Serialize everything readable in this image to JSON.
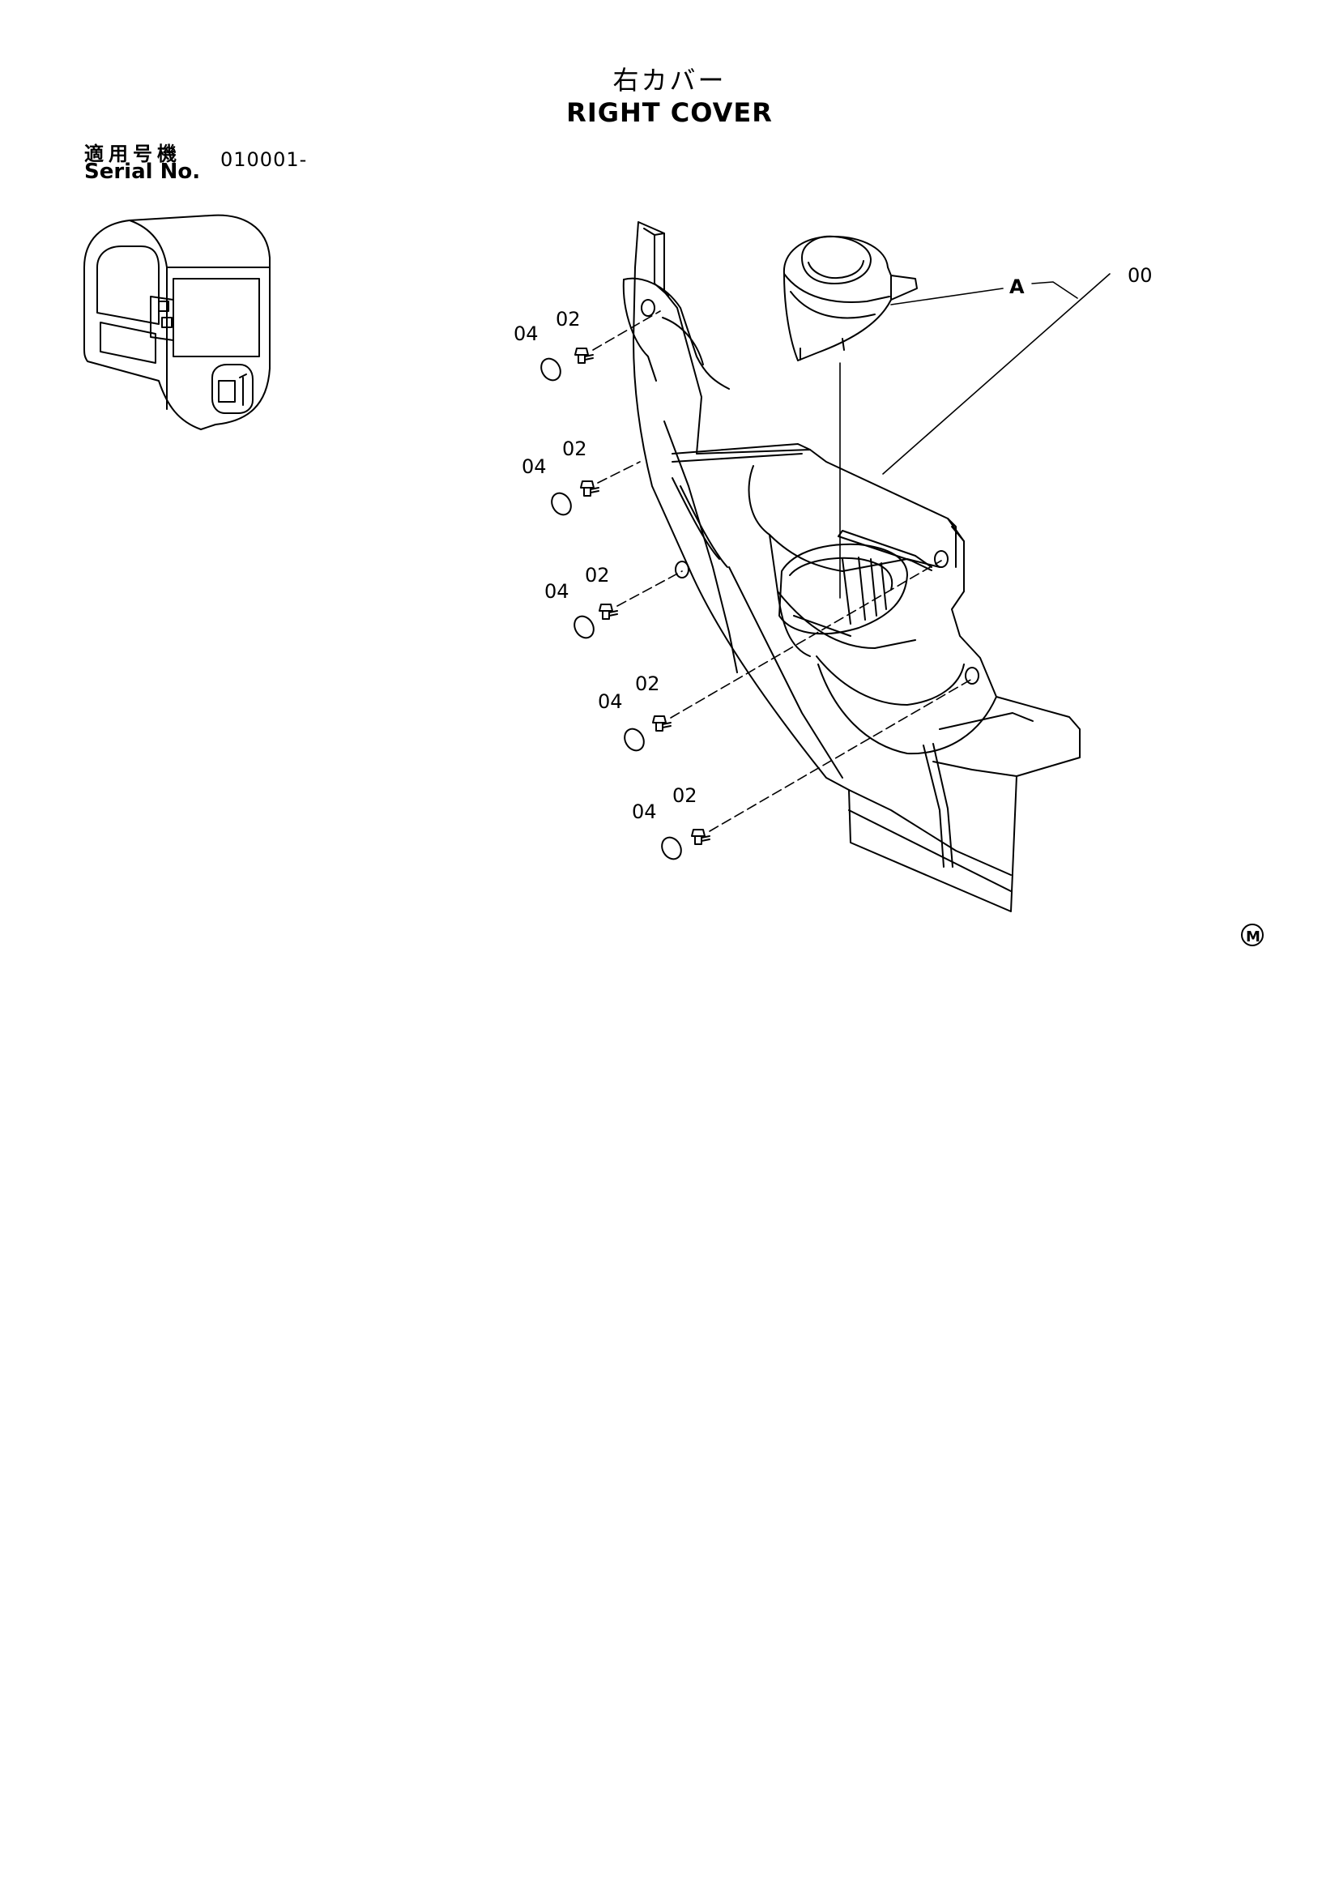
{
  "title": {
    "japanese": "右カバー",
    "english": "RIGHT COVER"
  },
  "serial": {
    "label_japanese": "適用号機",
    "label_english": "Serial No.",
    "value": "010001-"
  },
  "callouts": {
    "assembly": "00",
    "view_a": "A",
    "bolt": "02",
    "cap": "04"
  },
  "mark": "M",
  "icons": {
    "cab_thumbnail": "excavator-cab-icon",
    "manual_mark": "circled-m-icon"
  }
}
